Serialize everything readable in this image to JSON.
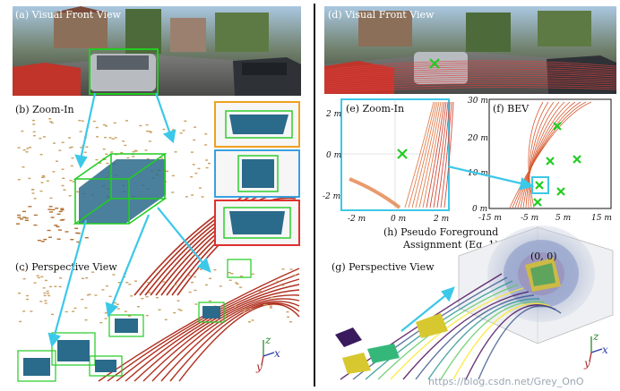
{
  "left": {
    "a_label": "(a) Visual Front View",
    "b_label": "(b) Zoom-In",
    "c_label": "(c) Perspective View"
  },
  "right": {
    "d_label": "(d) Visual Front View",
    "e_label": "(e) Zoom-In",
    "f_label": "(f) BEV",
    "g_label": "(g) Perspective View",
    "h_label_1": "(h)  Pseudo Foreground",
    "h_label_2": "Assignment (Eq. 1)",
    "origin_label": "(0, 0)"
  },
  "zoom_axis": {
    "y_ticks": [
      "2 m",
      "0 m",
      "-2 m"
    ],
    "x_ticks": [
      "-2 m",
      "0 m",
      "2 m"
    ]
  },
  "bev_axis": {
    "y_ticks": [
      "30 m",
      "20 m",
      "10 m",
      "0 m"
    ],
    "x_ticks": [
      "-15 m",
      "-5 m",
      "5 m",
      "15 m"
    ]
  },
  "axes_glyph": {
    "z": "z",
    "x": "x",
    "y": "y"
  },
  "watermark": "https://blog.csdn.net/Grey_OnO",
  "colors": {
    "green": "#22cc22",
    "cyan": "#3cc8e8",
    "orange": "#f0a020",
    "blue": "#3aa0e0",
    "red": "#e03030",
    "teal_points": "#2a6a8a",
    "red_points": "#b03020",
    "tan_points": "#c8a060"
  }
}
